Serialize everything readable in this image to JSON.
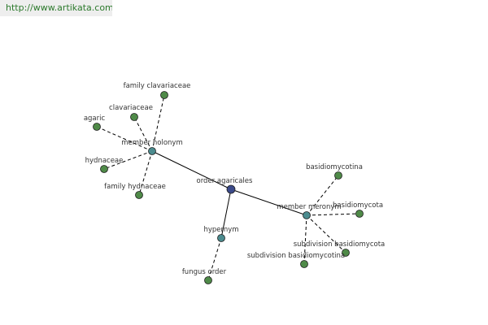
{
  "header": {
    "url": "http://www.artikata.com"
  },
  "colors": {
    "center": "#3b4a8a",
    "relation": "#4b8b8e",
    "leaf": "#4f8a48",
    "edge": "#000000",
    "url_text": "#2c7a2c",
    "url_bg": "#eeeeee"
  },
  "graph": {
    "center": {
      "id": "order-agaricales",
      "label": "order agaricales"
    },
    "relations": [
      {
        "id": "member-holonym",
        "label": "member holonym",
        "leaves": [
          {
            "id": "family-clavariaceae",
            "label": "family clavariaceae"
          },
          {
            "id": "clavariaceae",
            "label": "clavariaceae"
          },
          {
            "id": "agaric",
            "label": "agaric"
          },
          {
            "id": "hydnaceae",
            "label": "hydnaceae"
          },
          {
            "id": "family-hydnaceae",
            "label": "family hydnaceae"
          }
        ]
      },
      {
        "id": "member-meronym",
        "label": "member meronym",
        "leaves": [
          {
            "id": "basidiomycotina",
            "label": "basidiomycotina"
          },
          {
            "id": "basidiomycota",
            "label": "basidiomycota"
          },
          {
            "id": "subdivision-basidiomycota",
            "label": "subdivision basidiomycota"
          },
          {
            "id": "subdivision-basidiomycotina",
            "label": "subdivision basidiomycotina"
          }
        ]
      },
      {
        "id": "hypernym",
        "label": "hypernym",
        "leaves": [
          {
            "id": "fungus-order",
            "label": "fungus order"
          }
        ]
      }
    ]
  }
}
